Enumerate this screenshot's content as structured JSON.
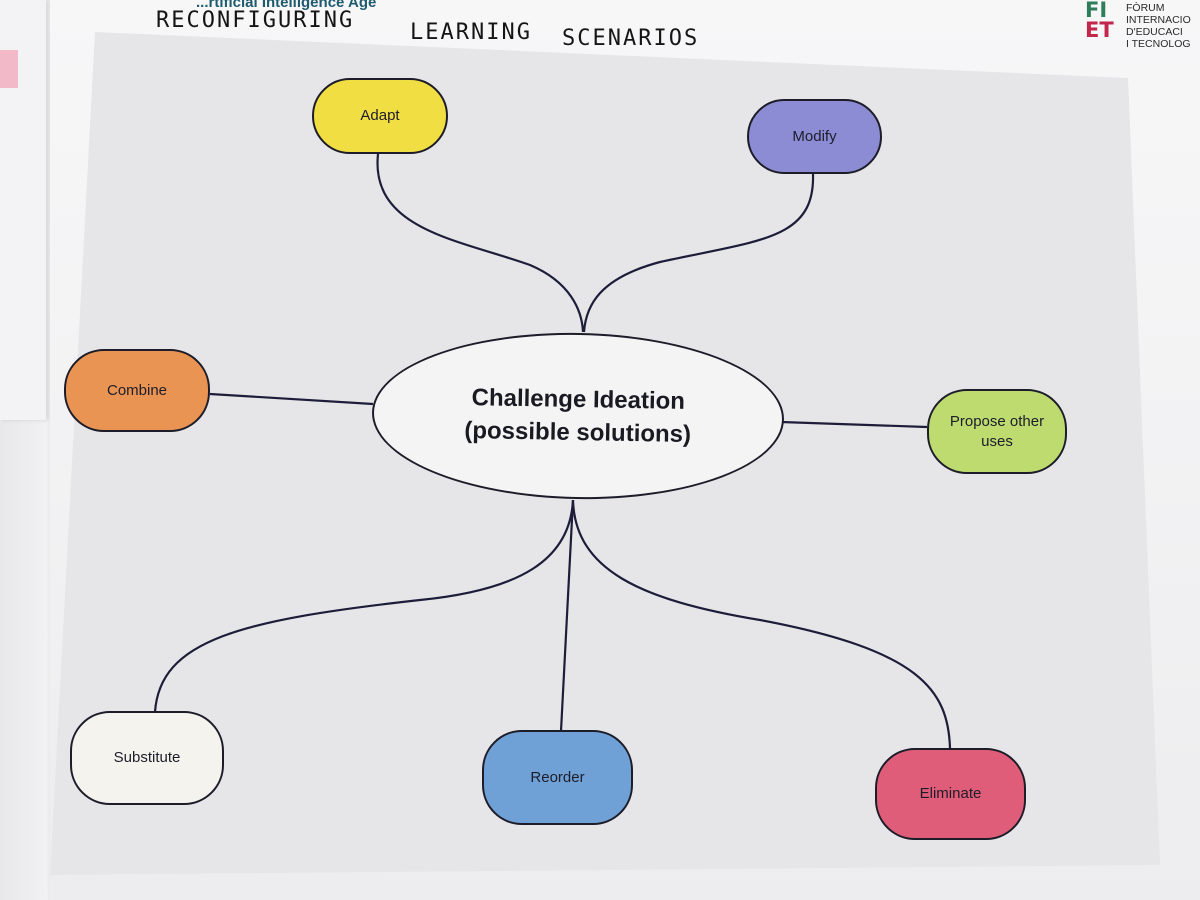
{
  "header": {
    "event_title": "...rtificial Intelligence Age",
    "handwritten_title_1": "RECONFIGURING",
    "handwritten_title_2": "LEARNING",
    "handwritten_title_3": "SCENARIOS"
  },
  "logo": {
    "mark_top": "FI",
    "mark_bottom": "ET",
    "line1": "FÒRUM",
    "line2": "INTERNACIO",
    "line3": "D'EDUCACI",
    "line4": "I TECNOLOG"
  },
  "diagram": {
    "center_line1": "Challenge Ideation",
    "center_line2": "(possible solutions)",
    "nodes": [
      {
        "label": "Adapt",
        "color": "#f0de43"
      },
      {
        "label": "Modify",
        "color": "#8b8cd4"
      },
      {
        "label": "Combine",
        "color": "#e99453"
      },
      {
        "label": "Propose other uses",
        "color": "#bddb6f"
      },
      {
        "label": "Substitute",
        "color": "#f4f3ee"
      },
      {
        "label": "Reorder",
        "color": "#6fa0d6"
      },
      {
        "label": "Eliminate",
        "color": "#df5d78"
      }
    ]
  }
}
